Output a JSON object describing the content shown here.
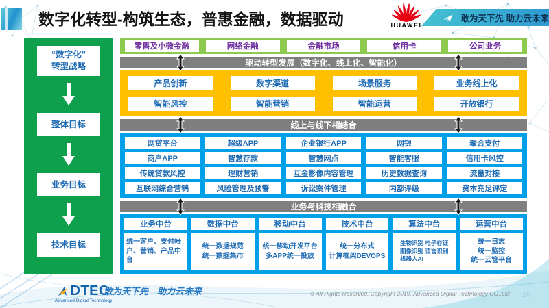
{
  "header": {
    "title": "数字化转型-构筑生态，普惠金融，数据驱动",
    "logo": "HUAWEI",
    "banner_slogan": "敢为天下先 助力云未来"
  },
  "sidebar": {
    "items": [
      "“数字化”\n转型战略",
      "整体目标",
      "业务目标",
      "技术目标"
    ]
  },
  "main": {
    "business_lines": [
      "零售及小微金融",
      "网络金融",
      "金融市场",
      "信用卡",
      "公司业务"
    ],
    "bar_drive": "驱动转型发展（数字化、线上化、智能化）",
    "capabilities": [
      [
        "产品创新",
        "数字渠道",
        "场景服务",
        "业务线上化"
      ],
      [
        "智能风控",
        "智能营销",
        "智能运营",
        "开放银行"
      ]
    ],
    "bar_online_offline": "线上与线下相结合",
    "applications": [
      [
        "网贷平台",
        "超级APP",
        "企业银行APP",
        "网银",
        "聚合支付"
      ],
      [
        "商户APP",
        "智慧存款",
        "智慧网点",
        "智能客服",
        "信用卡风控"
      ],
      [
        "传统贷款风控",
        "理财营销",
        "互金影像内容管理",
        "历史数据查询",
        "流量对接"
      ],
      [
        "互联网综合营销",
        "风险管理及预警",
        "诉讼案件管理",
        "内部评级",
        "资本充足评定"
      ]
    ],
    "bar_tech_fusion": "业务与科技相融合",
    "platforms": [
      {
        "title": "业务中台",
        "desc": "统一客户、支付帐户、营销、产品中台"
      },
      {
        "title": "数据中台",
        "desc": "统一数据规范\n统一数据集市"
      },
      {
        "title": "移动中台",
        "desc": "统一移动开发平台\n多APP统一投放"
      },
      {
        "title": "技术中台",
        "desc": "统一分布式\n计算框架DEVOPS"
      },
      {
        "title": "算法中台",
        "desc": "生物识别 电子存证\n图像识别 语言识别\n机器人AI"
      },
      {
        "title": "运营中台",
        "desc": "统一日志\n统一监控\n统一云管平台"
      }
    ]
  },
  "footer": {
    "logo_text": "DTEC",
    "logo_subtext": "Advanced Digital Technology",
    "slogan": "敢为天下先　助力云未来",
    "copyright": "© All Rights Reserved. Copyright 2019. Advanced Digital Technology CO.,Ltd",
    "page_number": "10"
  },
  "colors": {
    "sidebar_green": "#0ea04c",
    "row_green": "#8dc94d",
    "gold": "#ffc000",
    "azure": "#00a0e9",
    "gray_bar": "#7f7f7f",
    "purple_text": "#7030a0",
    "blue_text": "#1f6cb5",
    "huawei_red": "#e60012"
  }
}
